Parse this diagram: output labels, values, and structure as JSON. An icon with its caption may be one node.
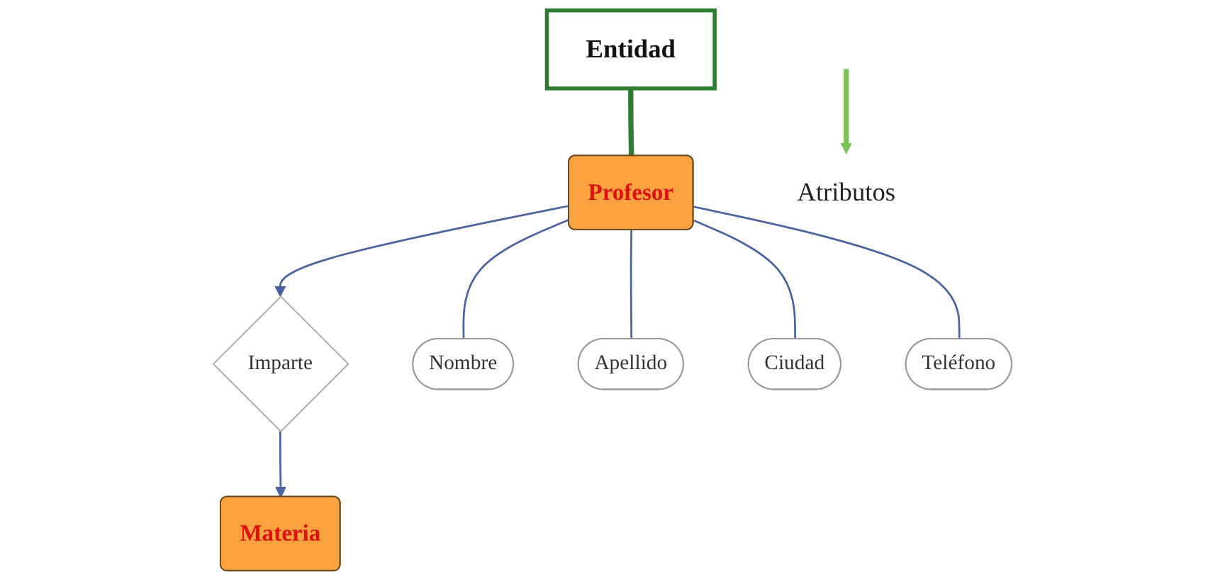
{
  "diagram": {
    "nodes": [
      {
        "text": [
          "Entidad"
        ]
      },
      {
        "text": [
          "Profesor"
        ]
      },
      {
        "text": [
          "Imparte"
        ]
      },
      {
        "text": [
          "Materia"
        ]
      },
      {
        "text": [
          "Nombre"
        ]
      },
      {
        "text": [
          "Apellido"
        ]
      },
      {
        "text": [
          "Ciudad"
        ]
      },
      {
        "text": [
          "Teléfono"
        ]
      },
      {
        "text": [
          "Atributos"
        ]
      }
    ],
    "edges": [
      {
        "from": 0,
        "to": 1,
        "arrow": "none",
        "style": "thick",
        "color": "#2e7d32"
      },
      {
        "from": 1,
        "to": 2,
        "arrow": "to"
      },
      {
        "from": 2,
        "to": 3,
        "arrow": "to"
      },
      {
        "from": 1,
        "to": 4,
        "arrow": "none"
      },
      {
        "from": 1,
        "to": 5,
        "arrow": "none"
      },
      {
        "from": 1,
        "to": 6,
        "arrow": "none"
      },
      {
        "from": 1,
        "to": 7,
        "arrow": "none"
      },
      {
        "from": null,
        "to": 8,
        "arrow": "to",
        "style": "thick",
        "color": "#7cc35a"
      }
    ]
  }
}
